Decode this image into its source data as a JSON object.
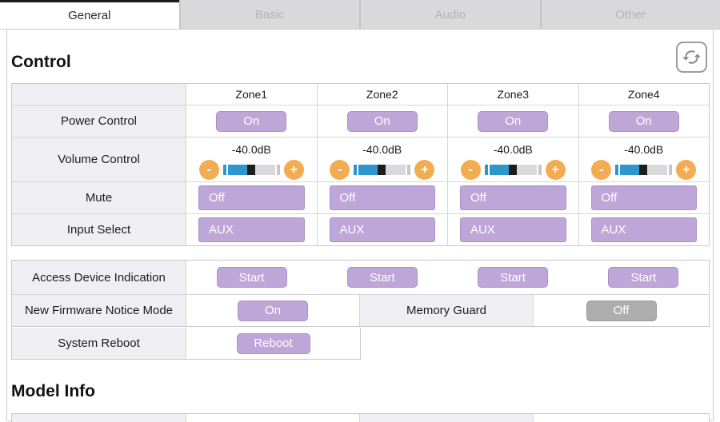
{
  "tabs": {
    "items": [
      {
        "label": "General",
        "active": true
      },
      {
        "label": "Basic",
        "active": false
      },
      {
        "label": "Audio",
        "active": false
      },
      {
        "label": "Other",
        "active": false
      }
    ]
  },
  "control": {
    "title": "Control",
    "zones": [
      "Zone1",
      "Zone2",
      "Zone3",
      "Zone4"
    ],
    "power": {
      "label": "Power Control",
      "buttons": [
        "On",
        "On",
        "On",
        "On"
      ]
    },
    "volume": {
      "label": "Volume Control",
      "values": [
        "-40.0dB",
        "-40.0dB",
        "-40.0dB",
        "-40.0dB"
      ],
      "minus_label": "-",
      "plus_label": "+"
    },
    "mute": {
      "label": "Mute",
      "buttons": [
        "Off",
        "Off",
        "Off",
        "Off"
      ]
    },
    "input": {
      "label": "Input Select",
      "buttons": [
        "AUX",
        "AUX",
        "AUX",
        "AUX"
      ]
    },
    "access": {
      "label": "Access Device Indication",
      "buttons": [
        "Start",
        "Start",
        "Start",
        "Start"
      ]
    },
    "firmware": {
      "label": "New Firmware Notice Mode",
      "button": "On"
    },
    "memory_guard": {
      "label": "Memory Guard",
      "button": "Off"
    },
    "reboot": {
      "label": "System Reboot",
      "button": "Reboot"
    }
  },
  "model_info": {
    "title": "Model Info"
  },
  "icons": {
    "refresh": "refresh-icon",
    "minus": "minus-icon",
    "plus": "plus-icon"
  },
  "colors": {
    "accent_purple": "#bfa6d9",
    "accent_orange": "#f2ac51",
    "slider_blue": "#2d96cc",
    "slider_handle": "#1d1d1d",
    "disabled_gray": "#adadad",
    "label_cell_bg": "#efeef3",
    "inactive_tab_bg": "#d9d8da"
  }
}
